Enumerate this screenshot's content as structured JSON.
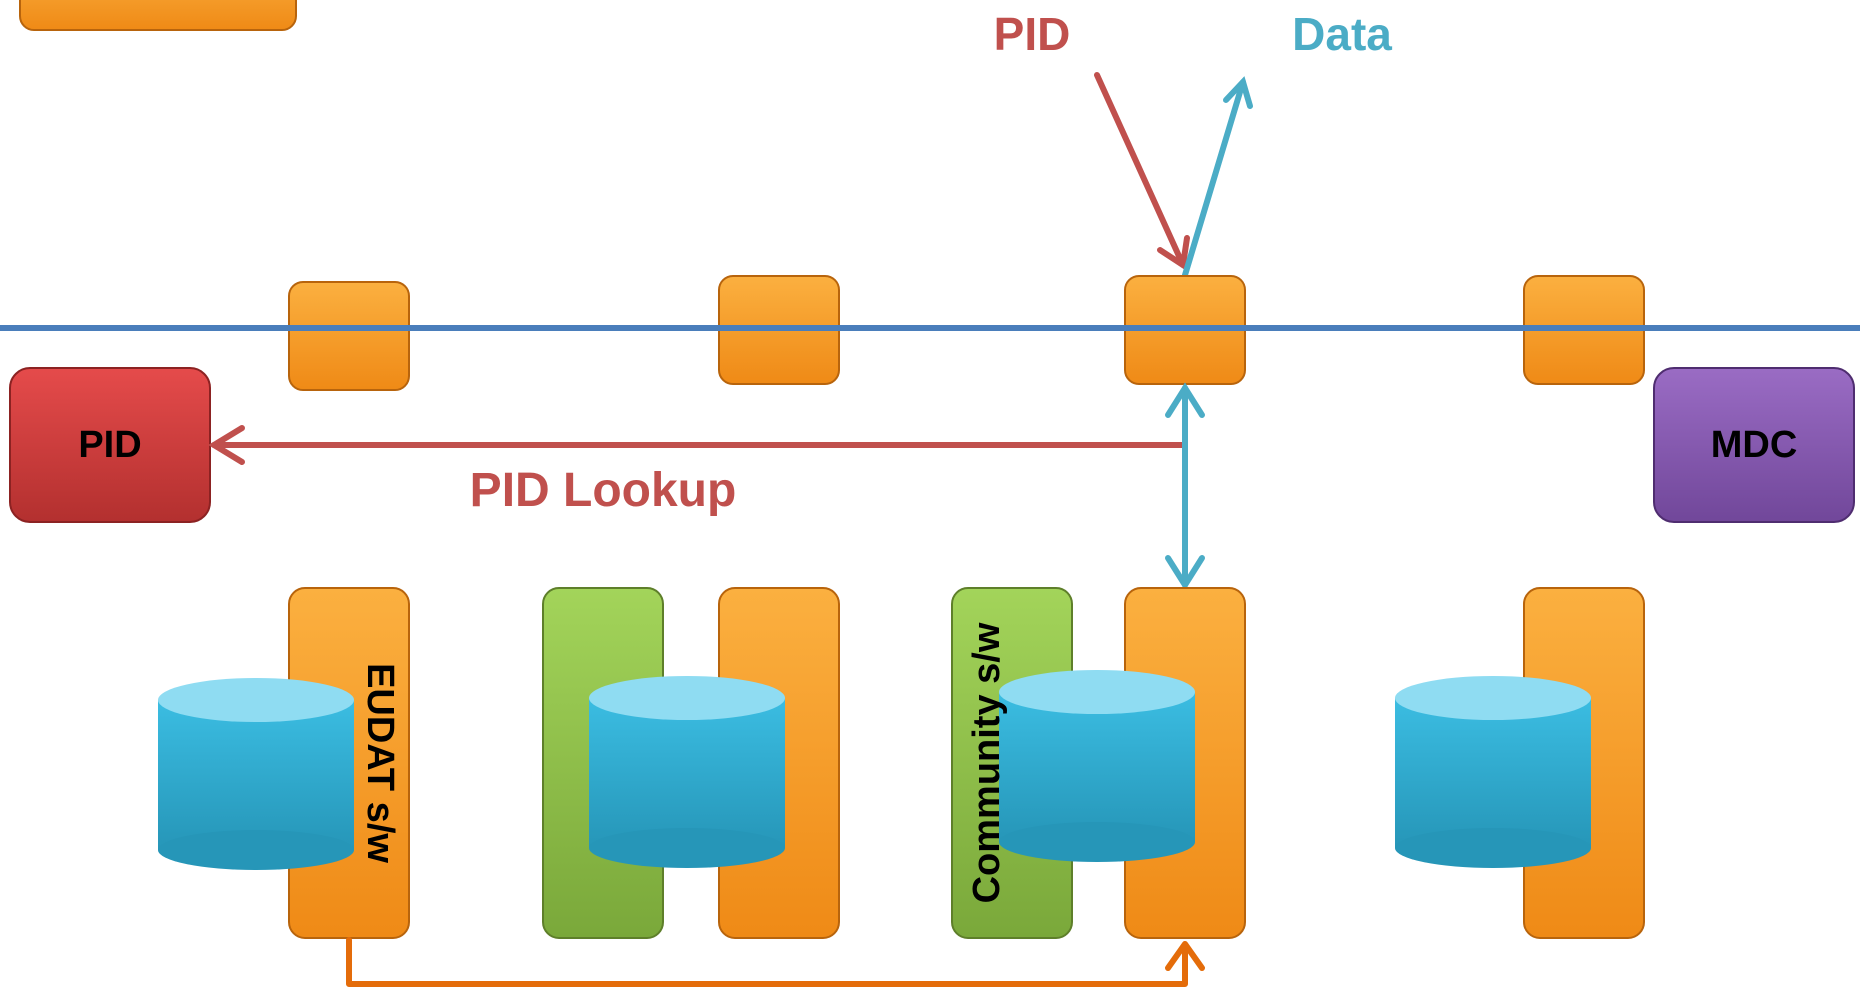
{
  "labels": {
    "pid_top": "PID",
    "data_top": "Data",
    "pid_box": "PID",
    "mdc_box": "MDC",
    "pid_lookup": "PID Lookup",
    "eudat_sw": "EUDAT s/w",
    "community_sw": "Community s/w"
  },
  "colors": {
    "orange": "#f7931e",
    "orange_edge": "#b8640c",
    "green": "#8dc63f",
    "red_box": "#d93c3c",
    "purple_box": "#8a5bb5",
    "cylinder_body": "#27aad1",
    "cylinder_top": "#8fdcf2",
    "pid_arrow": "#c0504d",
    "data_arrow": "#4bacc6",
    "bus_line": "#4a7ebb",
    "transfer_arrow": "#e46c0a"
  }
}
